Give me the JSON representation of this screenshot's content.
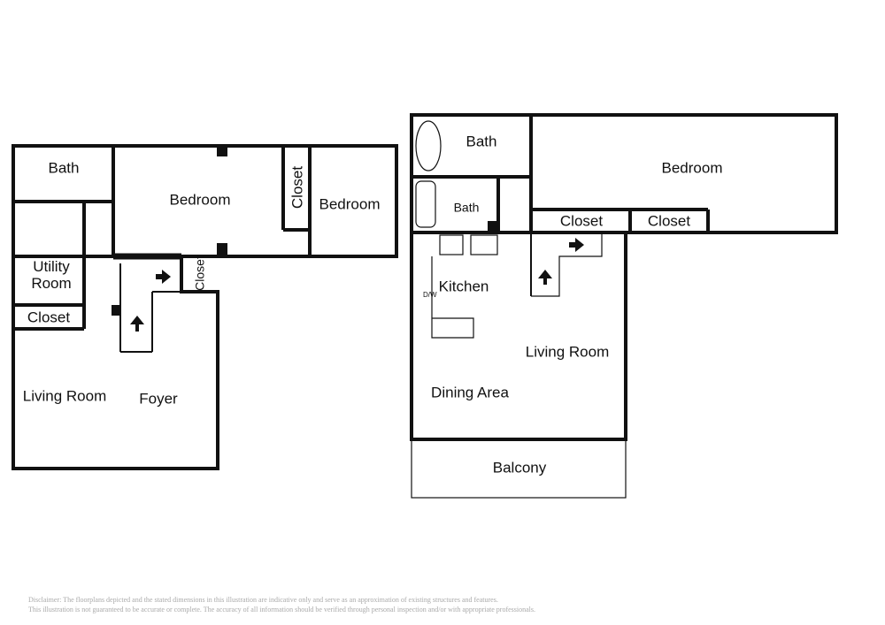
{
  "floor1": {
    "rooms": [
      "Bath",
      "Bedroom",
      "Closet",
      "Bedroom",
      "Utility Room",
      "Closet",
      "Closet",
      "Living Room",
      "Foyer"
    ]
  },
  "floor2": {
    "rooms": [
      "Bath",
      "Bedroom",
      "Bath",
      "Closet",
      "Closet",
      "Kitchen",
      "Living Room",
      "Dining Area",
      "Balcony"
    ],
    "dw_label": "D/W"
  },
  "disclaimer": {
    "line1": "Disclaimer: The floorplans depicted and the stated dimensions in this illustration are indicative only and serve as an approximation of existing structures and features.",
    "line2": "This illustration is not guaranteed to be accurate or complete. The accuracy of all information should be verified through personal inspection and/or with appropriate professionals."
  }
}
